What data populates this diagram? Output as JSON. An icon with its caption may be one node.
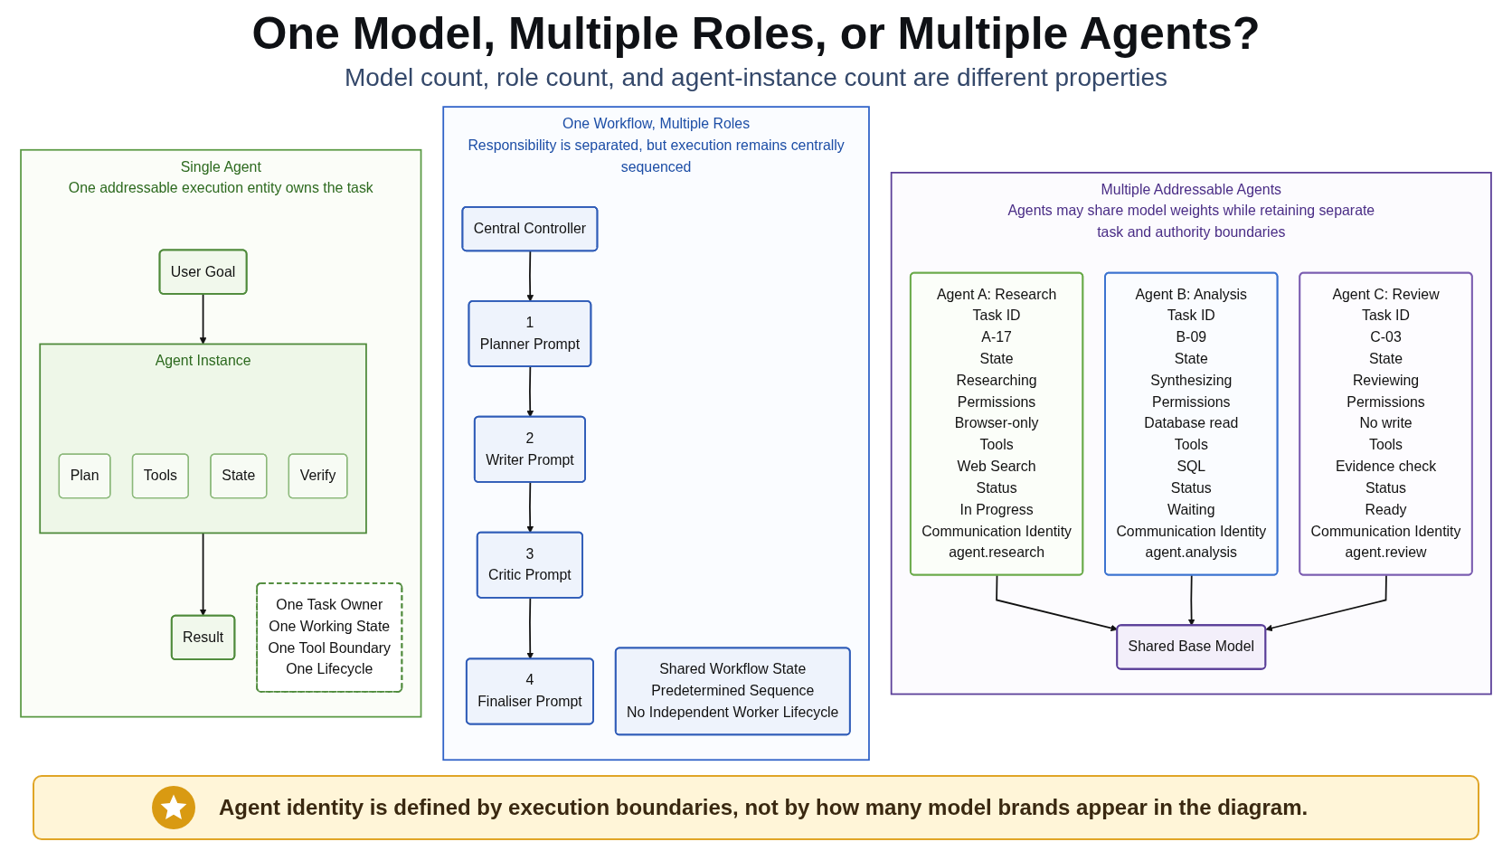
{
  "diagram": {
    "title": "One Model, Multiple Roles, or Multiple Agents?",
    "caption": "Agent identity is defined by execution boundaries, not by how many model brands appear in the diagram.",
    "nodes": [
      {
        "text": [
          "Single Agent",
          "One addressable execution entity owns the task"
        ]
      },
      {
        "text": [
          "User Goal"
        ],
        "in": 0
      },
      {
        "text": [
          "Agent Instance"
        ],
        "in": 0
      },
      {
        "text": [
          "Plan"
        ],
        "in": 2
      },
      {
        "text": [
          "Tools"
        ],
        "in": 2
      },
      {
        "text": [
          "State"
        ],
        "in": 2
      },
      {
        "text": [
          "Verify"
        ],
        "in": 2
      },
      {
        "text": [
          "Result"
        ],
        "in": 0
      },
      {
        "text": [
          "One Task Owner",
          "One Working State",
          "One Tool Boundary",
          "One Lifecycle"
        ],
        "in": 0
      },
      {
        "text": [
          "One Workflow, Multiple Roles",
          "Responsibility is separated, but execution remains centrally sequenced"
        ]
      },
      {
        "text": [
          "Central Controller"
        ],
        "in": 9
      },
      {
        "text": [
          "1",
          "Planner Prompt"
        ],
        "in": 9
      },
      {
        "text": [
          "2",
          "Writer Prompt"
        ],
        "in": 9
      },
      {
        "text": [
          "3",
          "Critic Prompt"
        ],
        "in": 9
      },
      {
        "text": [
          "4",
          "Finaliser Prompt"
        ],
        "in": 9
      },
      {
        "text": [
          "Shared Workflow State",
          "Predetermined Sequence",
          "No Independent Worker Lifecycle"
        ],
        "in": 9
      },
      {
        "text": [
          "Multiple Addressable Agents",
          "Agents may share model weights while retaining separate task and authority boundaries"
        ]
      },
      {
        "text": [
          "Agent A: Research",
          "Task ID",
          "A-17",
          "State",
          "Researching",
          "Permissions",
          "Browser-only",
          "Tools",
          "Web Search",
          "Status",
          "In Progress",
          "Communication Identity",
          "agent.research"
        ],
        "in": 16
      },
      {
        "text": [
          "Agent B: Analysis",
          "Task ID",
          "B-09",
          "State",
          "Synthesizing",
          "Permissions",
          "Database read",
          "Tools",
          "SQL",
          "Status",
          "Waiting",
          "Communication Identity",
          "agent.analysis"
        ],
        "in": 16
      },
      {
        "text": [
          "Agent C: Review",
          "Task ID",
          "C-03",
          "State",
          "Reviewing",
          "Permissions",
          "No write",
          "Tools",
          "Evidence check",
          "Status",
          "Ready",
          "Communication Identity",
          "agent.review"
        ],
        "in": 16
      },
      {
        "text": [
          "Shared Base Model"
        ],
        "in": 16
      }
    ],
    "edges": [
      {
        "from": 1,
        "to": 2,
        "arrow": "to"
      },
      {
        "from": 2,
        "to": 7,
        "arrow": "to"
      },
      {
        "from": 10,
        "to": 11,
        "arrow": "to"
      },
      {
        "from": 11,
        "to": 12,
        "arrow": "to"
      },
      {
        "from": 12,
        "to": 13,
        "arrow": "to"
      },
      {
        "from": 13,
        "to": 14,
        "arrow": "to"
      },
      {
        "from": 17,
        "to": 20,
        "arrow": "to"
      },
      {
        "from": 18,
        "to": 20,
        "arrow": "to"
      },
      {
        "from": 19,
        "to": 20,
        "arrow": "to"
      }
    ],
    "labels": [
      "Model count, role count, and agent-instance count are different properties"
    ]
  }
}
